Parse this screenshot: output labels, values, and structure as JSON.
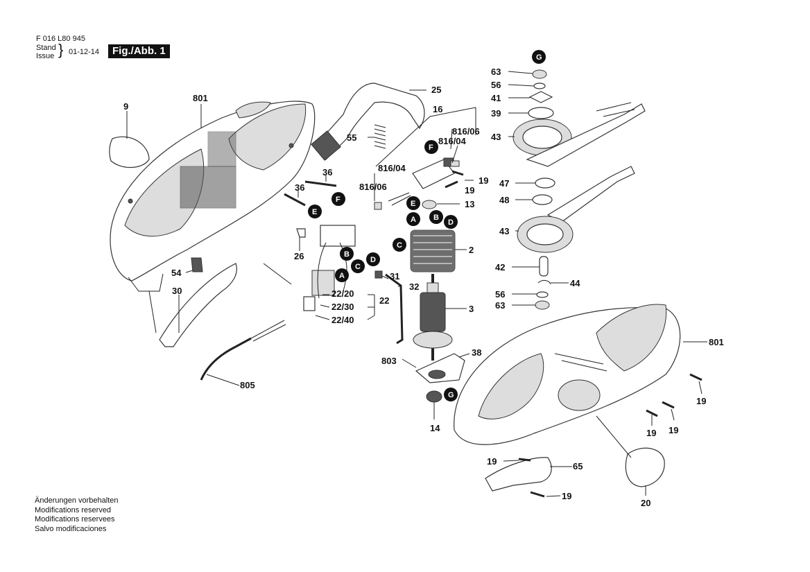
{
  "header": {
    "doc_number": "F 016 L80 945",
    "stand_label": "Stand",
    "issue_label": "Issue",
    "brace": "}",
    "date": "01-12-14",
    "figure_label": "Fig./Abb. 1"
  },
  "notes": [
    "Änderungen vorbehalten",
    "Modifications reserved",
    "Modifications reservees",
    "Salvo modificaciones"
  ],
  "callouts": [
    "9",
    "801",
    "25",
    "16",
    "816/06",
    "816/04",
    "55",
    "36",
    "36",
    "816/04",
    "19",
    "816/06",
    "19",
    "13",
    "26",
    "2",
    "54",
    "31",
    "32",
    "30",
    "22/20",
    "22",
    "22/30",
    "22/40",
    "3",
    "803",
    "38",
    "805",
    "14",
    "63",
    "56",
    "41",
    "39",
    "43",
    "47",
    "48",
    "43",
    "42",
    "44",
    "56",
    "63",
    "801",
    "19",
    "19",
    "19",
    "19",
    "65",
    "19",
    "20"
  ],
  "markers": [
    "G",
    "F",
    "F",
    "E",
    "E",
    "A",
    "B",
    "D",
    "C",
    "B",
    "C",
    "D",
    "A",
    "G"
  ]
}
